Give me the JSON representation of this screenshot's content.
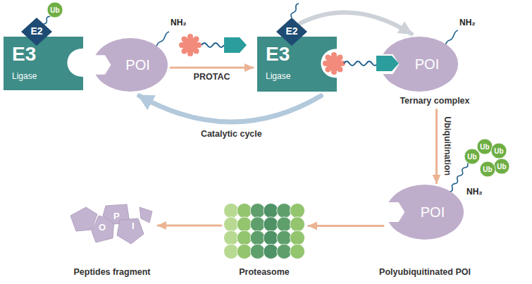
{
  "diagram": {
    "nodes": [
      {
        "text": [
          "E3",
          "Ligase"
        ]
      },
      {
        "text": [
          "E2"
        ]
      },
      {
        "text": [
          "Ub"
        ]
      },
      {
        "text": [
          "POI"
        ]
      },
      {
        "text": [
          "E3",
          "Ligase"
        ]
      },
      {
        "text": [
          "E2"
        ]
      },
      {
        "text": [
          "POI"
        ]
      },
      {
        "text": [
          "POI",
          "Polyubiquitinated POI"
        ]
      },
      {
        "text": [
          "Ub"
        ]
      },
      {
        "text": [
          "Ub"
        ]
      },
      {
        "text": [
          "Ub"
        ]
      },
      {
        "text": [
          "Ub"
        ]
      },
      {
        "text": [
          "Ub"
        ]
      },
      {
        "text": [
          "Proteasome"
        ]
      },
      {
        "text": [
          "Peptides fragment"
        ]
      }
    ],
    "edges": [
      {
        "from": 1,
        "to": 2,
        "arrow": "none"
      },
      {
        "from": 3,
        "to": 4,
        "label": "PROTAC",
        "arrow": "to"
      },
      {
        "from": 5,
        "to": 6,
        "arrow": "to"
      },
      {
        "from": 4,
        "to": 3,
        "label": "Catalytic cycle",
        "arrow": "to"
      },
      {
        "from": 6,
        "to": 7,
        "label": "Ubiquitination",
        "arrow": "to"
      },
      {
        "from": 7,
        "to": 8,
        "arrow": "none"
      },
      {
        "from": 7,
        "to": 13,
        "arrow": "to"
      },
      {
        "from": 13,
        "to": 14,
        "arrow": "to"
      }
    ],
    "labels": [
      "NH₂",
      "NH₂",
      "Ternary complex",
      "NH₂",
      "O",
      "P",
      "I"
    ]
  }
}
